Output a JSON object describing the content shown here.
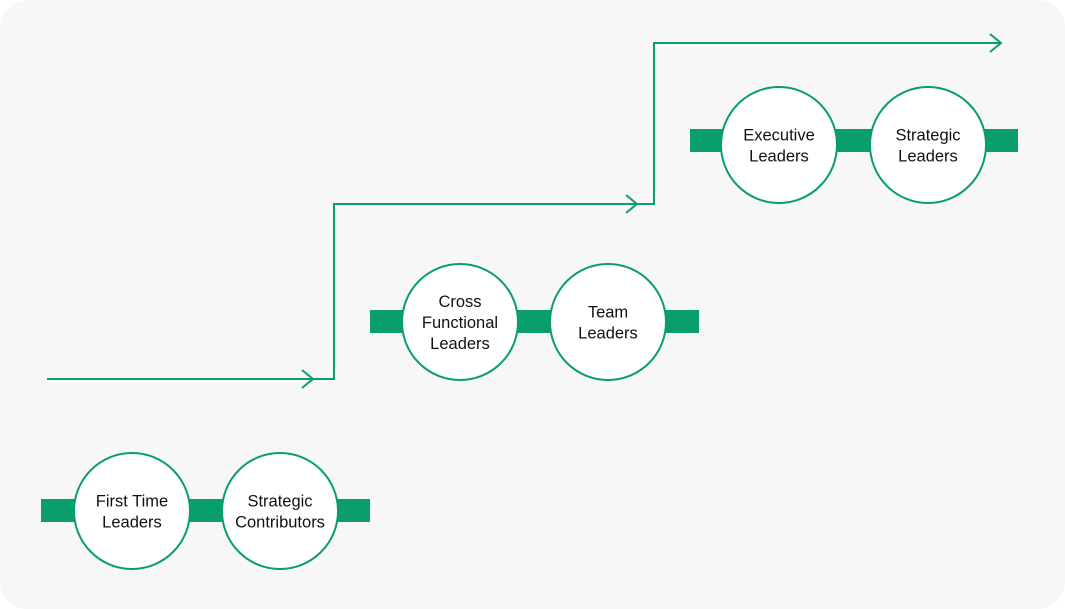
{
  "colors": {
    "accent": "#0a9d6e",
    "background": "#f7f7f7",
    "node_fill": "#ffffff",
    "text": "#111111"
  },
  "tiers": [
    {
      "id": "tier-1",
      "nodes": [
        {
          "id": "first-time-leaders",
          "lines": [
            "First Time",
            "Leaders"
          ]
        },
        {
          "id": "strategic-contributors",
          "lines": [
            "Strategic",
            "Contributors"
          ]
        }
      ]
    },
    {
      "id": "tier-2",
      "nodes": [
        {
          "id": "cross-functional-leaders",
          "lines": [
            "Cross",
            "Functional",
            "Leaders"
          ]
        },
        {
          "id": "team-leaders",
          "lines": [
            "Team",
            "Leaders"
          ]
        }
      ]
    },
    {
      "id": "tier-3",
      "nodes": [
        {
          "id": "executive-leaders",
          "lines": [
            "Executive",
            "Leaders"
          ]
        },
        {
          "id": "strategic-leaders",
          "lines": [
            "Strategic",
            "Leaders"
          ]
        }
      ]
    }
  ]
}
